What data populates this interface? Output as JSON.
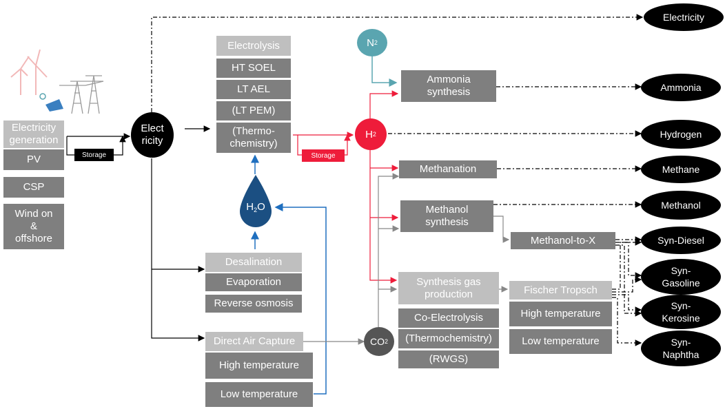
{
  "generation": {
    "header": "Electricity generation",
    "items": [
      "PV",
      "CSP",
      "Wind on & offshore"
    ]
  },
  "storage_label": "Storage",
  "storage_h2_label": "Storage",
  "electricity_node": "Elect ricity",
  "electrolysis": {
    "header": "Electrolysis",
    "items": [
      "HT SOEL",
      "LT AEL",
      "(LT PEM)",
      "(Thermo-chemistry)"
    ]
  },
  "water": {
    "main": "H",
    "sub": "2",
    "tail": "O"
  },
  "desalination": {
    "header": "Desalination",
    "items": [
      "Evaporation",
      "Reverse osmosis"
    ]
  },
  "dac": {
    "header": "Direct Air Capture",
    "items": [
      "High temperature",
      "Low temperature"
    ]
  },
  "n2": {
    "main": "N",
    "sub": "2"
  },
  "h2": {
    "main": "H",
    "sub": "2"
  },
  "co2": {
    "main": "CO",
    "sub": "2"
  },
  "ammonia_synthesis": "Ammonia synthesis",
  "methanation": "Methanation",
  "methanol_synthesis": "Methanol synthesis",
  "methanol_to_x": "Methanol-to-X",
  "synthesis_gas": {
    "header": "Synthesis gas production",
    "items": [
      "Co-Electrolysis",
      "(Thermochemistry)",
      "(RWGS)"
    ]
  },
  "fischer_tropsch": {
    "header": "Fischer Tropsch",
    "items": [
      "High temperature",
      "Low temperature"
    ]
  },
  "products": {
    "electricity": "Electricity",
    "ammonia": "Ammonia",
    "hydrogen": "Hydrogen",
    "methane": "Methane",
    "methanol": "Methanol",
    "syn_diesel": "Syn-Diesel",
    "syn_gasoline": "Syn-Gasoline",
    "syn_kerosine": "Syn-Kerosine",
    "syn_naphtha": "Syn-Naphtha"
  },
  "colors": {
    "header_grey": "#bfbfbf",
    "item_grey": "#7f7f7f",
    "hydrogen_red": "#ee1c3a",
    "water_blue": "#1f6fbf",
    "water_drop": "#1b4f82",
    "nitrogen_teal": "#5aa5b0",
    "co2_grey": "#555555",
    "product_black": "#000000"
  },
  "icons": [
    "wind-turbine-icon",
    "solar-panel-icon",
    "power-pylon-icon",
    "water-drop-icon"
  ]
}
